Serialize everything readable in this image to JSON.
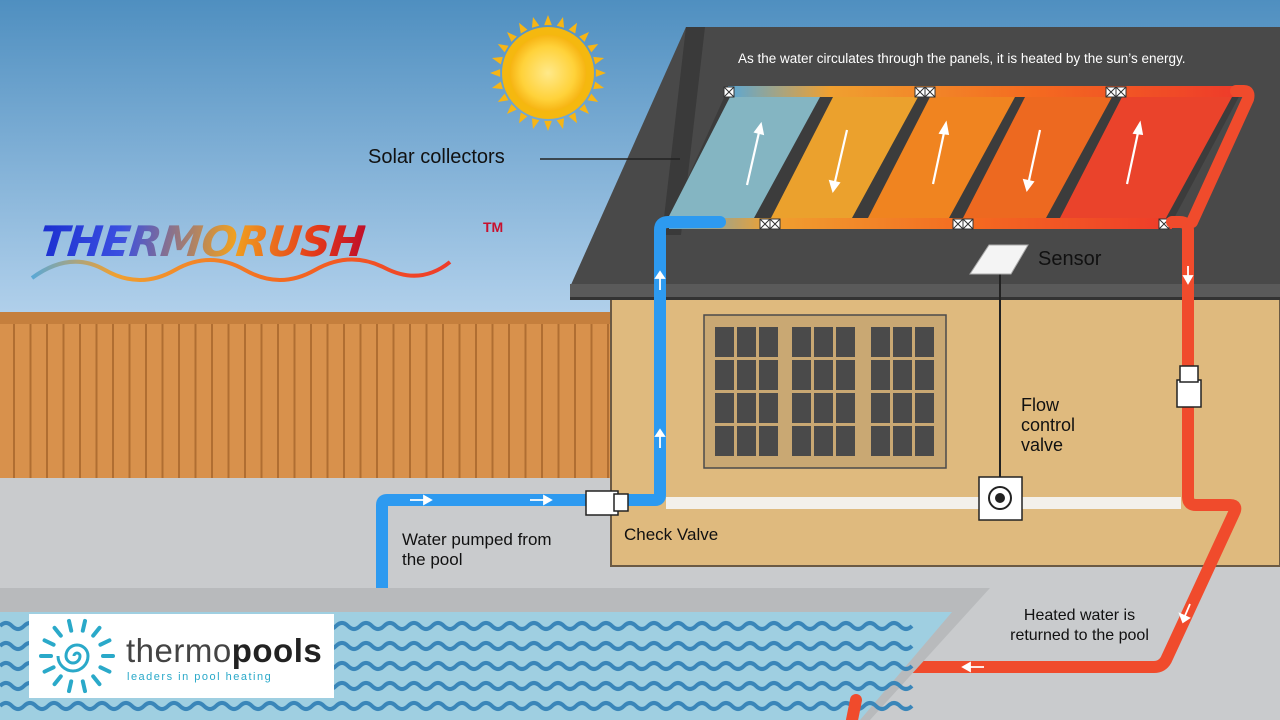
{
  "diagram": {
    "caption": "As the water circulates through the panels, it is heated by the sun’s energy.",
    "labels": {
      "solar_collectors": "Solar collectors",
      "sensor": "Sensor",
      "flow_control_valve": "Flow control valve",
      "check_valve": "Check Valve",
      "water_pumped": "Water pumped from the pool",
      "heated_water_returned": "Heated water is returned to the pool"
    }
  },
  "brand": {
    "name": "THERMORUSH",
    "trademark": "TM"
  },
  "company_logo": {
    "name_light": "thermo",
    "name_bold": "pools",
    "tagline": "leaders in pool heating"
  },
  "colors": {
    "cold_water": "#2d9af0",
    "hot_water": "#f04b2c",
    "roof": "#4a4a4a",
    "wall": "#dfba7e",
    "fence": "#d8914c",
    "sky_top": "#4f8fc0",
    "sky_bottom": "#dce9f5",
    "pool_water": "#9ccde0"
  }
}
